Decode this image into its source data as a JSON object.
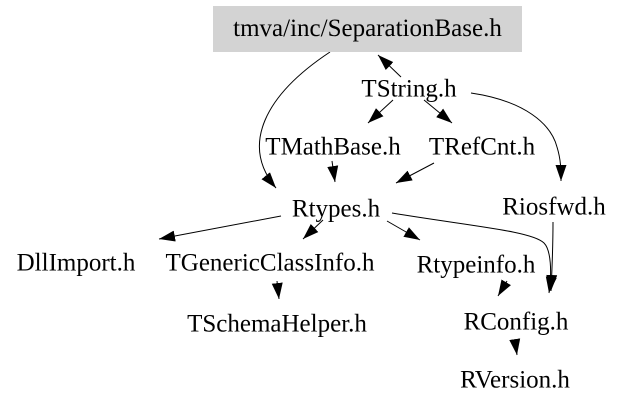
{
  "graph": {
    "root": {
      "label": "tmva/inc/SeparationBase.h",
      "fill": "#d3d3d3"
    },
    "nodes": [
      {
        "label": "TString.h"
      },
      {
        "label": "TMathBase.h"
      },
      {
        "label": "TRefCnt.h"
      },
      {
        "label": "Rtypes.h"
      },
      {
        "label": "Riosfwd.h"
      },
      {
        "label": "DllImport.h"
      },
      {
        "label": "TGenericClassInfo.h"
      },
      {
        "label": "Rtypeinfo.h"
      },
      {
        "label": "TSchemaHelper.h"
      },
      {
        "label": "RConfig.h"
      },
      {
        "label": "RVersion.h"
      }
    ],
    "edges": [
      {
        "from": "TString.h",
        "to": "tmva/inc/SeparationBase.h"
      },
      {
        "from": "tmva/inc/SeparationBase.h",
        "to": "Rtypes.h"
      },
      {
        "from": "TString.h",
        "to": "TMathBase.h"
      },
      {
        "from": "TString.h",
        "to": "TRefCnt.h"
      },
      {
        "from": "TString.h",
        "to": "Riosfwd.h"
      },
      {
        "from": "TMathBase.h",
        "to": "Rtypes.h"
      },
      {
        "from": "TRefCnt.h",
        "to": "Rtypes.h"
      },
      {
        "from": "Rtypes.h",
        "to": "DllImport.h"
      },
      {
        "from": "Rtypes.h",
        "to": "TGenericClassInfo.h"
      },
      {
        "from": "Rtypes.h",
        "to": "Rtypeinfo.h"
      },
      {
        "from": "Rtypes.h",
        "to": "RConfig.h"
      },
      {
        "from": "Riosfwd.h",
        "to": "RConfig.h"
      },
      {
        "from": "Rtypeinfo.h",
        "to": "RConfig.h"
      },
      {
        "from": "RConfig.h",
        "to": "RVersion.h"
      },
      {
        "from": "TGenericClassInfo.h",
        "to": "TSchemaHelper.h"
      }
    ],
    "colors": {
      "edge": "#000000",
      "text": "#000000",
      "background": "#ffffff"
    }
  }
}
